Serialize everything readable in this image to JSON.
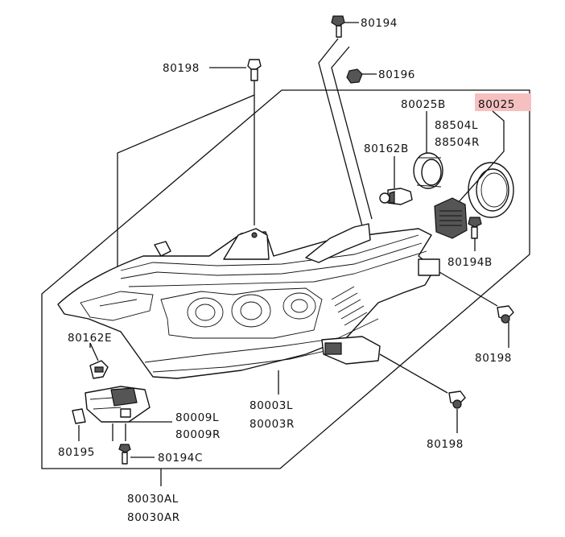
{
  "highlight_color": "#f6c0c0",
  "parts": {
    "p80194": "80194",
    "p80198_top": "80198",
    "p80196": "80196",
    "p80025B": "80025B",
    "p80025": "80025",
    "p88504L": "88504L",
    "p88504R": "88504R",
    "p80162B": "80162B",
    "p80194B": "80194B",
    "p80198_right": "80198",
    "p80162E": "80162E",
    "p80003L": "80003L",
    "p80003R": "80003R",
    "p80198_bottom": "80198",
    "p80009L": "80009L",
    "p80009R": "80009R",
    "p80195": "80195",
    "p80194C": "80194C",
    "p80030AL": "80030AL",
    "p80030AR": "80030AR"
  }
}
